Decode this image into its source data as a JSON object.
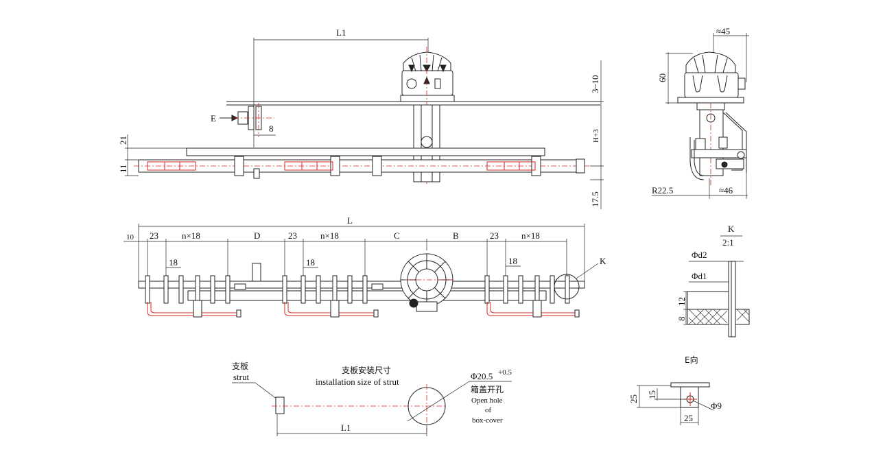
{
  "labels": {
    "l1_top": "L1",
    "e_arrow": "E",
    "dim_8": "8",
    "dim_21": "21",
    "dim_11": "11",
    "dim_3_10": "3~10",
    "dim_h3": "H+3",
    "dim_17_5": "17.5",
    "dim_l": "L",
    "dim_10": "10",
    "dim_23a": "23",
    "dim_nx18a": "n×18",
    "dim_d": "D",
    "dim_23b": "23",
    "dim_nx18b": "n×18",
    "dim_c": "C",
    "dim_b": "B",
    "dim_23c": "23",
    "dim_nx18c": "n×18",
    "dim_18a": "18",
    "dim_18b": "18",
    "dim_18c": "18",
    "k_callout": "K",
    "side_45": "≈45",
    "side_60": "60",
    "side_r225": "R22.5",
    "side_46": "≈46",
    "detail_k": "K",
    "detail_scale": "2:1",
    "phi_d2": "Φd2",
    "phi_d1": "Φd1",
    "detail_12": "12",
    "detail_8": "8",
    "strut_cn": "支板",
    "strut_en": "strut",
    "install_cn": "支板安装尺寸",
    "install_en": "installation size of strut",
    "hole_dia": "Φ20.5",
    "hole_tol": "+0.5",
    "hole_cn": "箱盖开孔",
    "hole_en1": "Open hole",
    "hole_en2": "of",
    "hole_en3": "box-cover",
    "l1_bottom": "L1",
    "e_view": "E向",
    "e_25v": "25",
    "e_15": "15",
    "e_25h": "25",
    "e_phi9": "Φ9"
  }
}
